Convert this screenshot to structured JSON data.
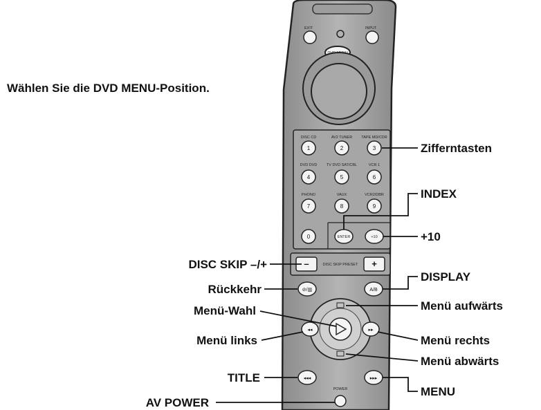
{
  "caption": "Wählen Sie die DVD MENU-Position.",
  "labels": {
    "zifferntasten": "Zifferntasten",
    "index": "INDEX",
    "plus10": "+10",
    "disc_skip": "DISC SKIP –/+",
    "display": "DISPLAY",
    "rueckkehr": "Rückkehr",
    "menue_wahl": "Menü-Wahl",
    "menue_aufwaerts": "Menü aufwärts",
    "menue_links": "Menü links",
    "menue_rechts": "Menü rechts",
    "menue_abwaerts": "Menü abwärts",
    "title": "TITLE",
    "menu": "MENU",
    "av_power": "AV POWER"
  },
  "remote": {
    "top_buttons": [
      "EXIT",
      "INPUT"
    ],
    "dvd_menu_label": "DVD MENU",
    "numbers": [
      "1",
      "2",
      "3",
      "4",
      "5",
      "6",
      "7",
      "8",
      "9",
      "0"
    ],
    "number_captions": [
      "DISC CD",
      "AV2 TUNER",
      "TAPE MD/CDR",
      "DVD DVD",
      "TV DVD SAT/CBL",
      "VCR 1",
      "PHONO",
      "VAUX",
      "VCR2/DBR"
    ],
    "enter_label": "ENTER",
    "plus10_label": "+10",
    "skip_minus": "–",
    "skip_plus": "+",
    "skip_caption": "DISC SKIP PRESET",
    "ab_label": "A/B",
    "power_caption": "POWER"
  }
}
